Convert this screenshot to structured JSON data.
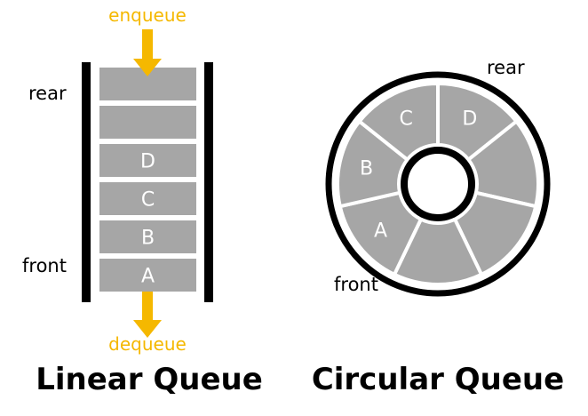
{
  "colors": {
    "cell_fill": "#a6a6a6",
    "cell_text": "#ffffff",
    "arrow": "#f5b800",
    "wall": "#000000",
    "label_text": "#000000"
  },
  "linear": {
    "title": "Linear Queue",
    "enqueue_label": "enqueue",
    "dequeue_label": "dequeue",
    "rear_label": "rear",
    "front_label": "front",
    "cells": [
      "",
      "",
      "D",
      "C",
      "B",
      "A"
    ]
  },
  "circular": {
    "title": "Circular Queue",
    "rear_label": "rear",
    "front_label": "front",
    "sectors": [
      "D",
      "",
      "",
      "",
      "A",
      "B",
      "C"
    ]
  }
}
